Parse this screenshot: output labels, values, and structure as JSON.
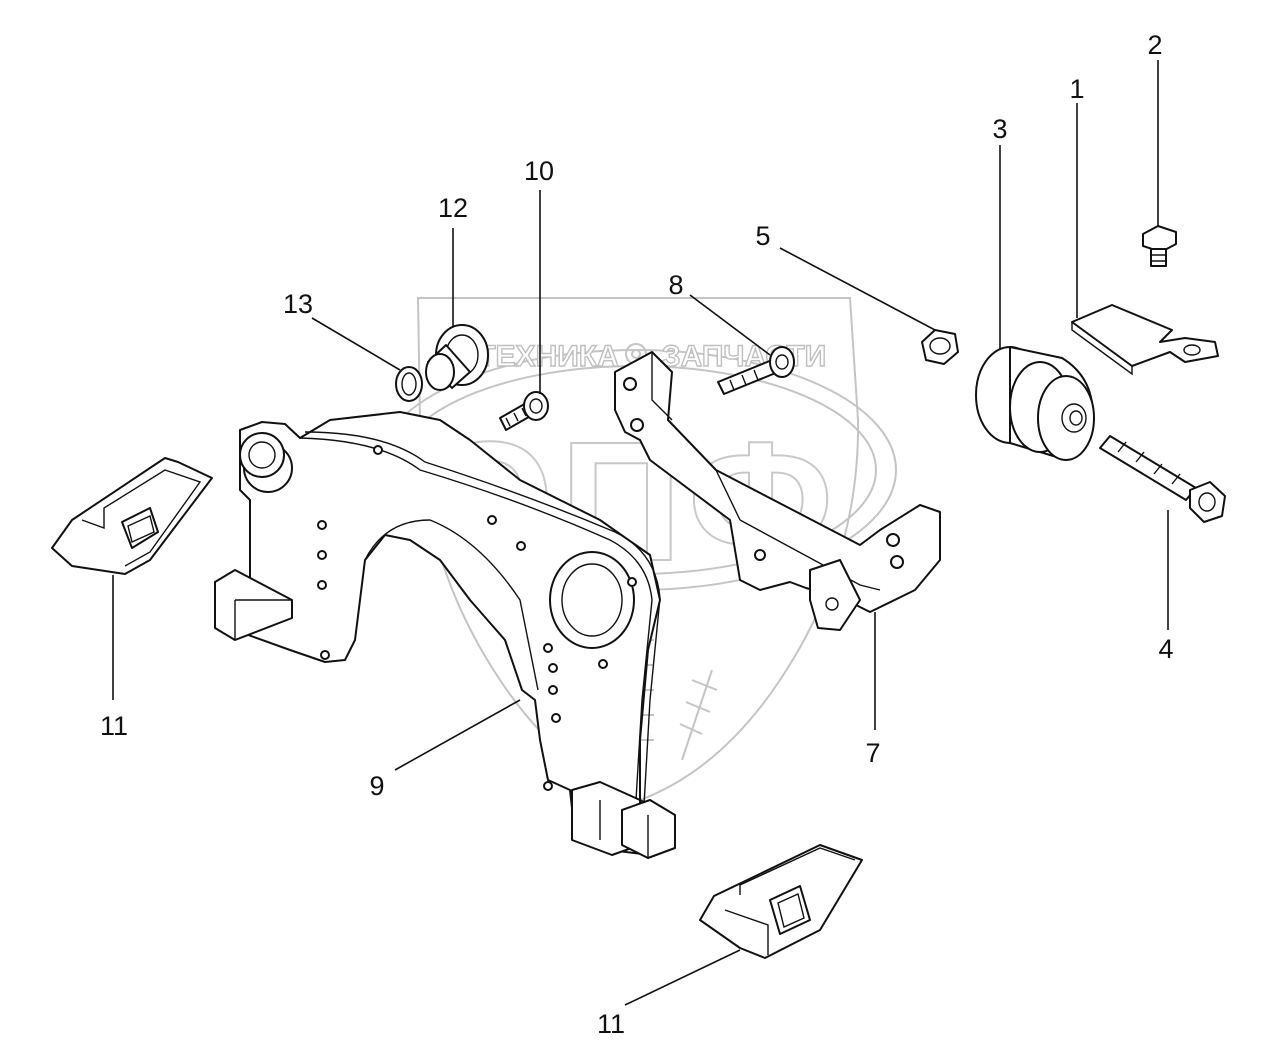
{
  "watermark": {
    "brand_left": "ТЕХНИКА",
    "brand_right": "ЗАПЧАСТИ",
    "emblem_letters": "ЭПФ",
    "color": "#c4c4c4"
  },
  "callouts": [
    {
      "id": "1",
      "label": "1"
    },
    {
      "id": "2",
      "label": "2"
    },
    {
      "id": "3",
      "label": "3"
    },
    {
      "id": "4",
      "label": "4"
    },
    {
      "id": "5",
      "label": "5"
    },
    {
      "id": "7",
      "label": "7"
    },
    {
      "id": "8",
      "label": "8"
    },
    {
      "id": "9",
      "label": "9"
    },
    {
      "id": "10",
      "label": "10"
    },
    {
      "id": "11a",
      "label": "11"
    },
    {
      "id": "11b",
      "label": "11"
    },
    {
      "id": "12",
      "label": "12"
    },
    {
      "id": "13",
      "label": "13"
    }
  ],
  "colors": {
    "line": "#111111",
    "background": "#ffffff"
  }
}
